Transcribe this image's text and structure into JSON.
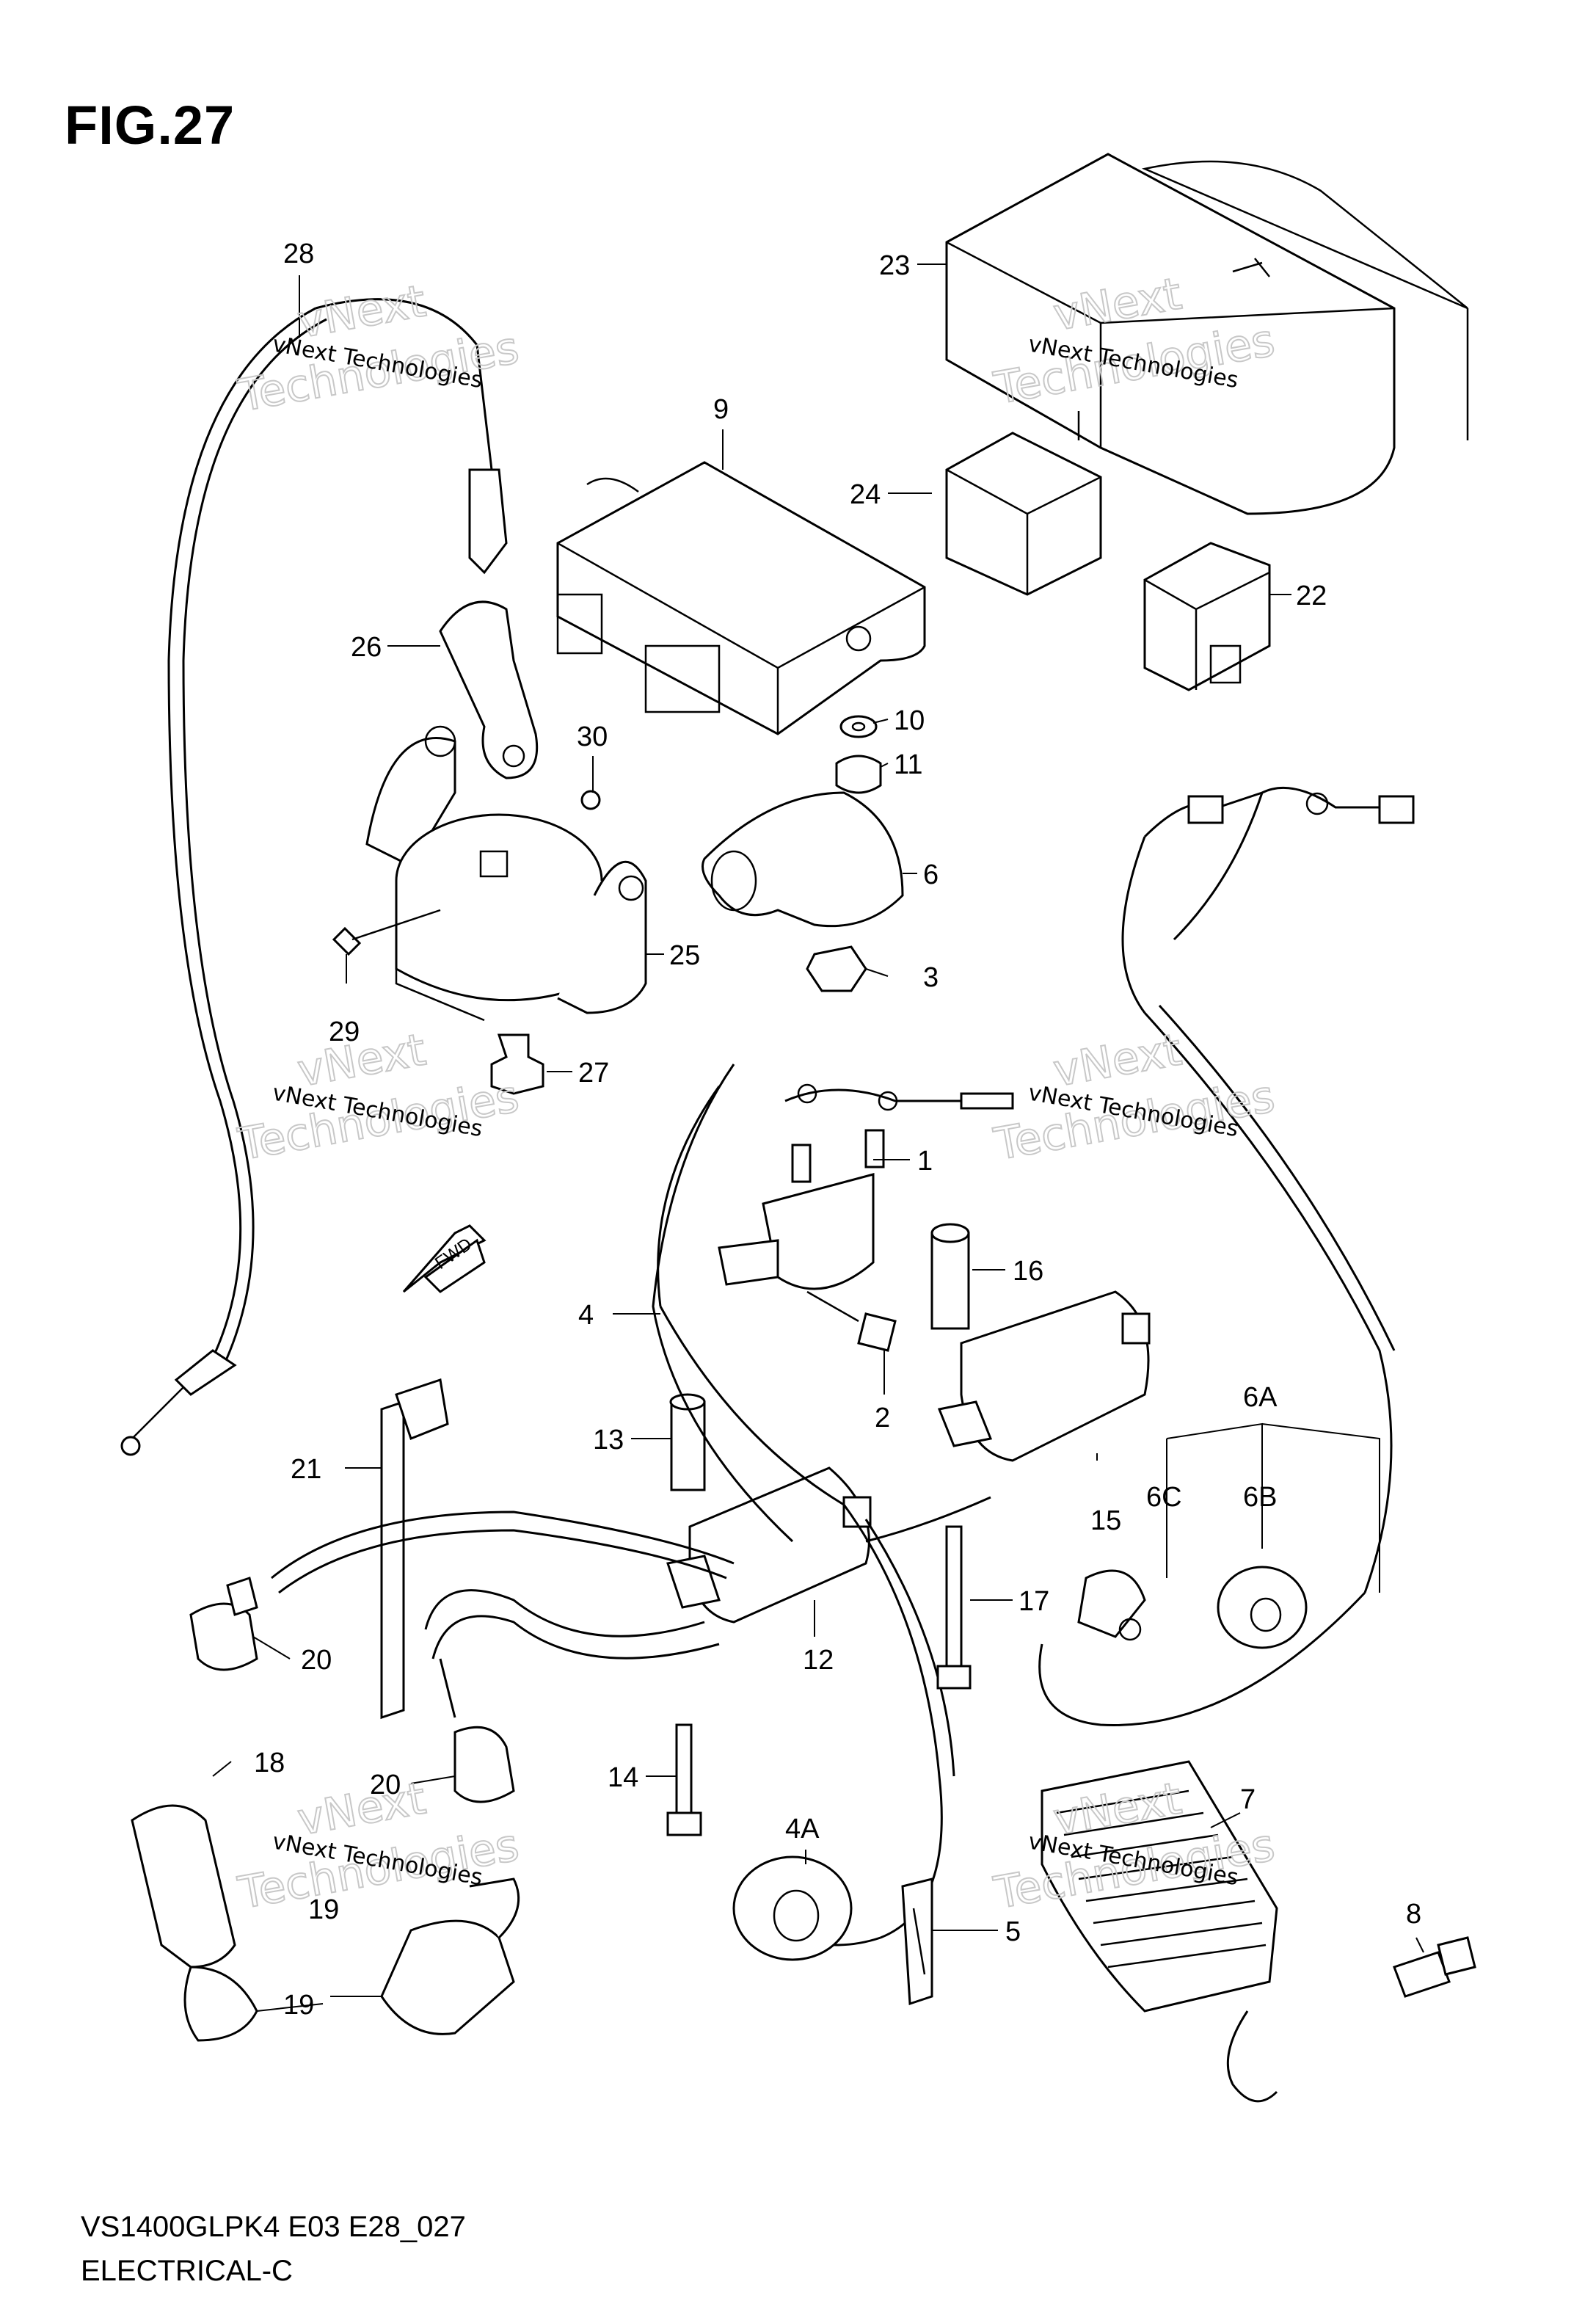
{
  "figure": {
    "title": "FIG.27"
  },
  "footer": {
    "model_code": "VS1400GLPK4 E03 E28_027",
    "section": "ELECTRICAL-C"
  },
  "callouts": {
    "c1": "1",
    "c2": "2",
    "c3": "3",
    "c4": "4",
    "c4A": "4A",
    "c5": "5",
    "c6": "6",
    "c6A": "6A",
    "c6B": "6B",
    "c6C": "6C",
    "c7": "7",
    "c8": "8",
    "c9": "9",
    "c10": "10",
    "c11": "11",
    "c12": "12",
    "c13": "13",
    "c14": "14",
    "c15": "15",
    "c16": "16",
    "c17": "17",
    "c18": "18",
    "c19a": "19",
    "c19b": "19",
    "c20a": "20",
    "c20b": "20",
    "c21": "21",
    "c22": "22",
    "c23": "23",
    "c24": "24",
    "c25": "25",
    "c26": "26",
    "c27": "27",
    "c28": "28",
    "c29": "29",
    "c30": "30"
  },
  "direction_marker": "FWD",
  "watermark": {
    "line1": "vNext Technologies",
    "line2": "vNext",
    "line3": "Technologies"
  }
}
